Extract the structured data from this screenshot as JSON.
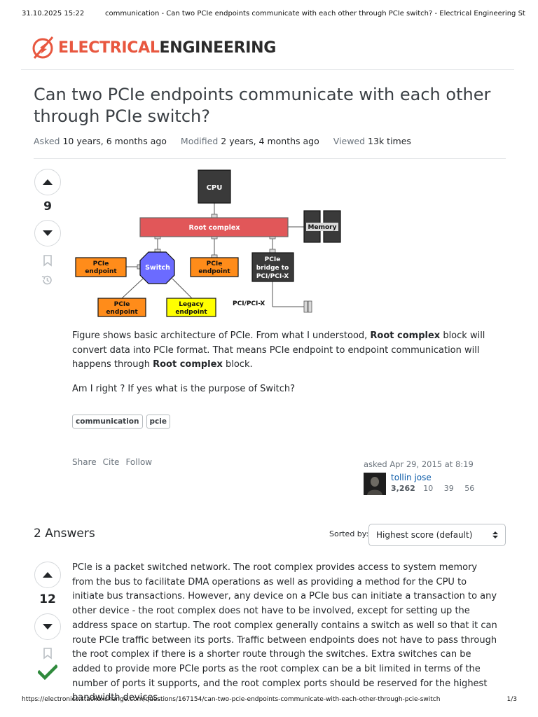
{
  "print_header": {
    "date": "31.10.2025 15:22",
    "title": "communication - Can two PCIe endpoints communicate with each other through PCIe switch? - Electrical Engineering Stack E..."
  },
  "print_footer": {
    "url": "https://electronics.stackexchange.com/questions/167154/can-two-pcie-endpoints-communicate-with-each-other-through-pcie-switch",
    "page": "1/3"
  },
  "logo": {
    "part1": "ELECTRICAL",
    "part2": "ENGINEERING",
    "accent": "#e8573f"
  },
  "question": {
    "title": "Can two PCIe endpoints communicate with each other through PCIe switch?",
    "meta": {
      "asked_label": "Asked",
      "asked_value": "10 years, 6 months ago",
      "modified_label": "Modified",
      "modified_value": "2 years, 4 months ago",
      "viewed_label": "Viewed",
      "viewed_value": "13k times"
    },
    "score": "9",
    "body": {
      "p1_a": "Figure shows basic architecture of PCIe. From what I understood, ",
      "p1_b": "Root complex",
      "p1_c": " block will convert data into PCIe format. That means PCIe endpoint to endpoint communication will happens through ",
      "p1_d": "Root complex",
      "p1_e": " block.",
      "p2": "Am I right ? If yes what is the purpose of Switch?"
    },
    "tags": [
      "communication",
      "pcie"
    ],
    "menu": {
      "share": "Share",
      "cite": "Cite",
      "follow": "Follow"
    },
    "user": {
      "asked": "asked Apr 29, 2015 at 8:19",
      "name": "tollin jose",
      "rep": "3,262",
      "gold": "10",
      "silver": "39",
      "bronze": "56"
    }
  },
  "diagram": {
    "cpu": "CPU",
    "root_complex": "Root complex",
    "memory": "Memory",
    "switch": "Switch",
    "pcie_endpoint_left_l1": "PCIe",
    "pcie_endpoint_left_l2": "endpoint",
    "pcie_endpoint_mid_l1": "PCIe",
    "pcie_endpoint_mid_l2": "endpoint",
    "bridge_l1": "PCIe",
    "bridge_l2": "bridge to",
    "bridge_l3": "PCI/PCI-X",
    "pcie_endpoint_bottom_l1": "PCIe",
    "pcie_endpoint_bottom_l2": "endpoint",
    "legacy_l1": "Legacy",
    "legacy_l2": "endpoint",
    "bus_label": "PCI/PCI-X",
    "colors": {
      "root": "#e15759",
      "endpoint": "#ff8c1a",
      "legacy": "#ffff00",
      "switch": "#6b6bff",
      "dark": "#3a3a3a"
    }
  },
  "answers": {
    "heading": "2 Answers",
    "sort_label": "Sorted by:",
    "sort_value": "Highest score (default)",
    "first": {
      "score": "12",
      "body": "PCIe is a packet switched network. The root complex provides access to system memory from the bus to facilitate DMA operations as well as providing a method for the CPU to initiate bus transactions. However, any device on a PCIe bus can initiate a transaction to any other device - the root complex does not have to be involved, except for setting up the address space on startup. The root complex generally contains a switch as well so that it can route PCIe traffic between its ports. Traffic between endpoints does not have to pass through the root complex if there is a shorter route through the switches. Extra switches can be added to provide more PCIe ports as the root complex can be a bit limited in terms of the number of ports it supports, and the root complex ports should be reserved for the highest bandwidth devices."
    }
  }
}
